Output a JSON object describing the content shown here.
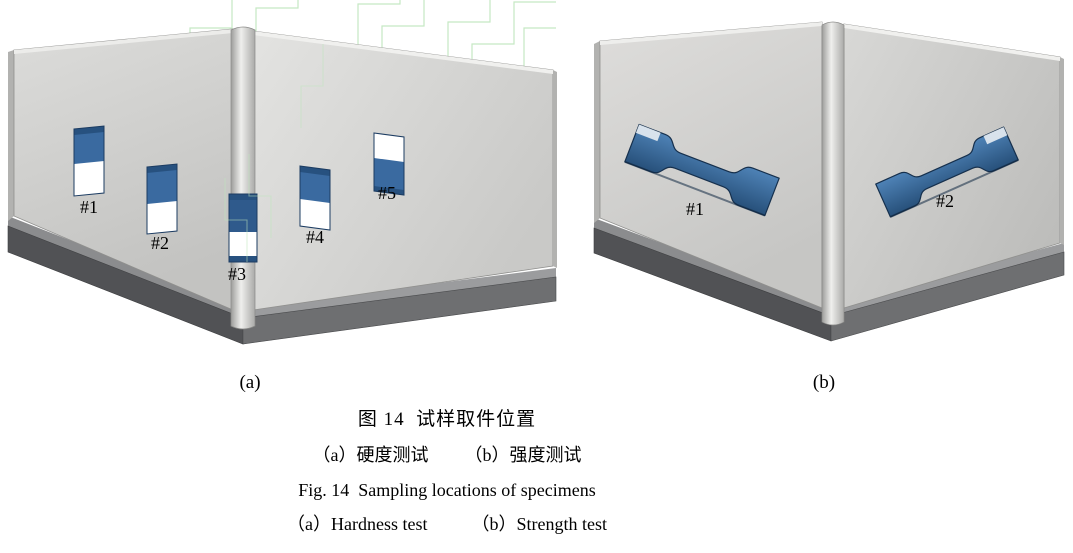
{
  "figure": {
    "panel_a": {
      "tag": "(a)",
      "labels": [
        "#1",
        "#2",
        "#3",
        "#4",
        "#5"
      ]
    },
    "panel_b": {
      "tag": "(b)",
      "labels": [
        "#1",
        "#2"
      ]
    },
    "caption": {
      "zh_title": "图 14  试样取件位置",
      "zh_a": "（a）硬度测试",
      "zh_b": "（b）强度测试",
      "en_title": "Fig. 14  Sampling locations of specimens",
      "en_a": "（a）Hardness test",
      "en_b": "（b）Strength test"
    },
    "colors": {
      "plate_gray": "#d4d4d2",
      "base_gray": "#58595b",
      "specimen_blue": "#33639a",
      "sketch_green": "#bfe6bd"
    }
  }
}
